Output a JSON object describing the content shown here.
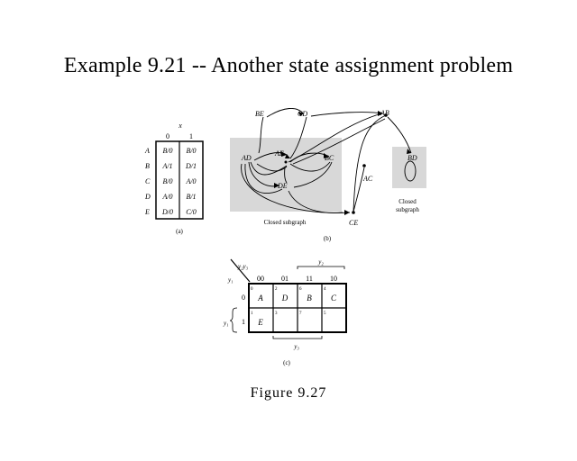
{
  "title": "Example 9.21 -- Another state assignment problem",
  "caption": "Figure 9.27",
  "table": {
    "input_label": "x",
    "col_headers": [
      "0",
      "1"
    ],
    "rows": [
      {
        "state": "A",
        "c0": "B/0",
        "c1": "B/0"
      },
      {
        "state": "B",
        "c0": "A/1",
        "c1": "D/1"
      },
      {
        "state": "C",
        "c0": "B/0",
        "c1": "A/0"
      },
      {
        "state": "D",
        "c0": "A/0",
        "c1": "B/1"
      },
      {
        "state": "E",
        "c0": "D/0",
        "c1": "C/0"
      }
    ],
    "sublabel": "(a)"
  },
  "graph": {
    "nodes": [
      "BE",
      "CD",
      "AB",
      "AD",
      "AE",
      "BC",
      "DE",
      "AC",
      "CE",
      "BD"
    ],
    "closed_subgraph_label": "Closed subgraph",
    "closed_subgraph_label_right": [
      "Closed",
      "subgraph"
    ],
    "sublabel": "(b)"
  },
  "kmap": {
    "corner_top": "y₂y₃",
    "corner_left": "y₁",
    "col_codes": [
      "00",
      "01",
      "11",
      "10"
    ],
    "row_codes": [
      "0",
      "1"
    ],
    "brace_top": "y₂",
    "brace_left": "y₁",
    "brace_bottom": "y₃",
    "cell_index": [
      "0",
      "2",
      "6",
      "4",
      "1",
      "3",
      "7",
      "5"
    ],
    "cells": [
      "A",
      "D",
      "B",
      "C",
      "E",
      "",
      "",
      ""
    ],
    "sublabel": "(c)"
  }
}
